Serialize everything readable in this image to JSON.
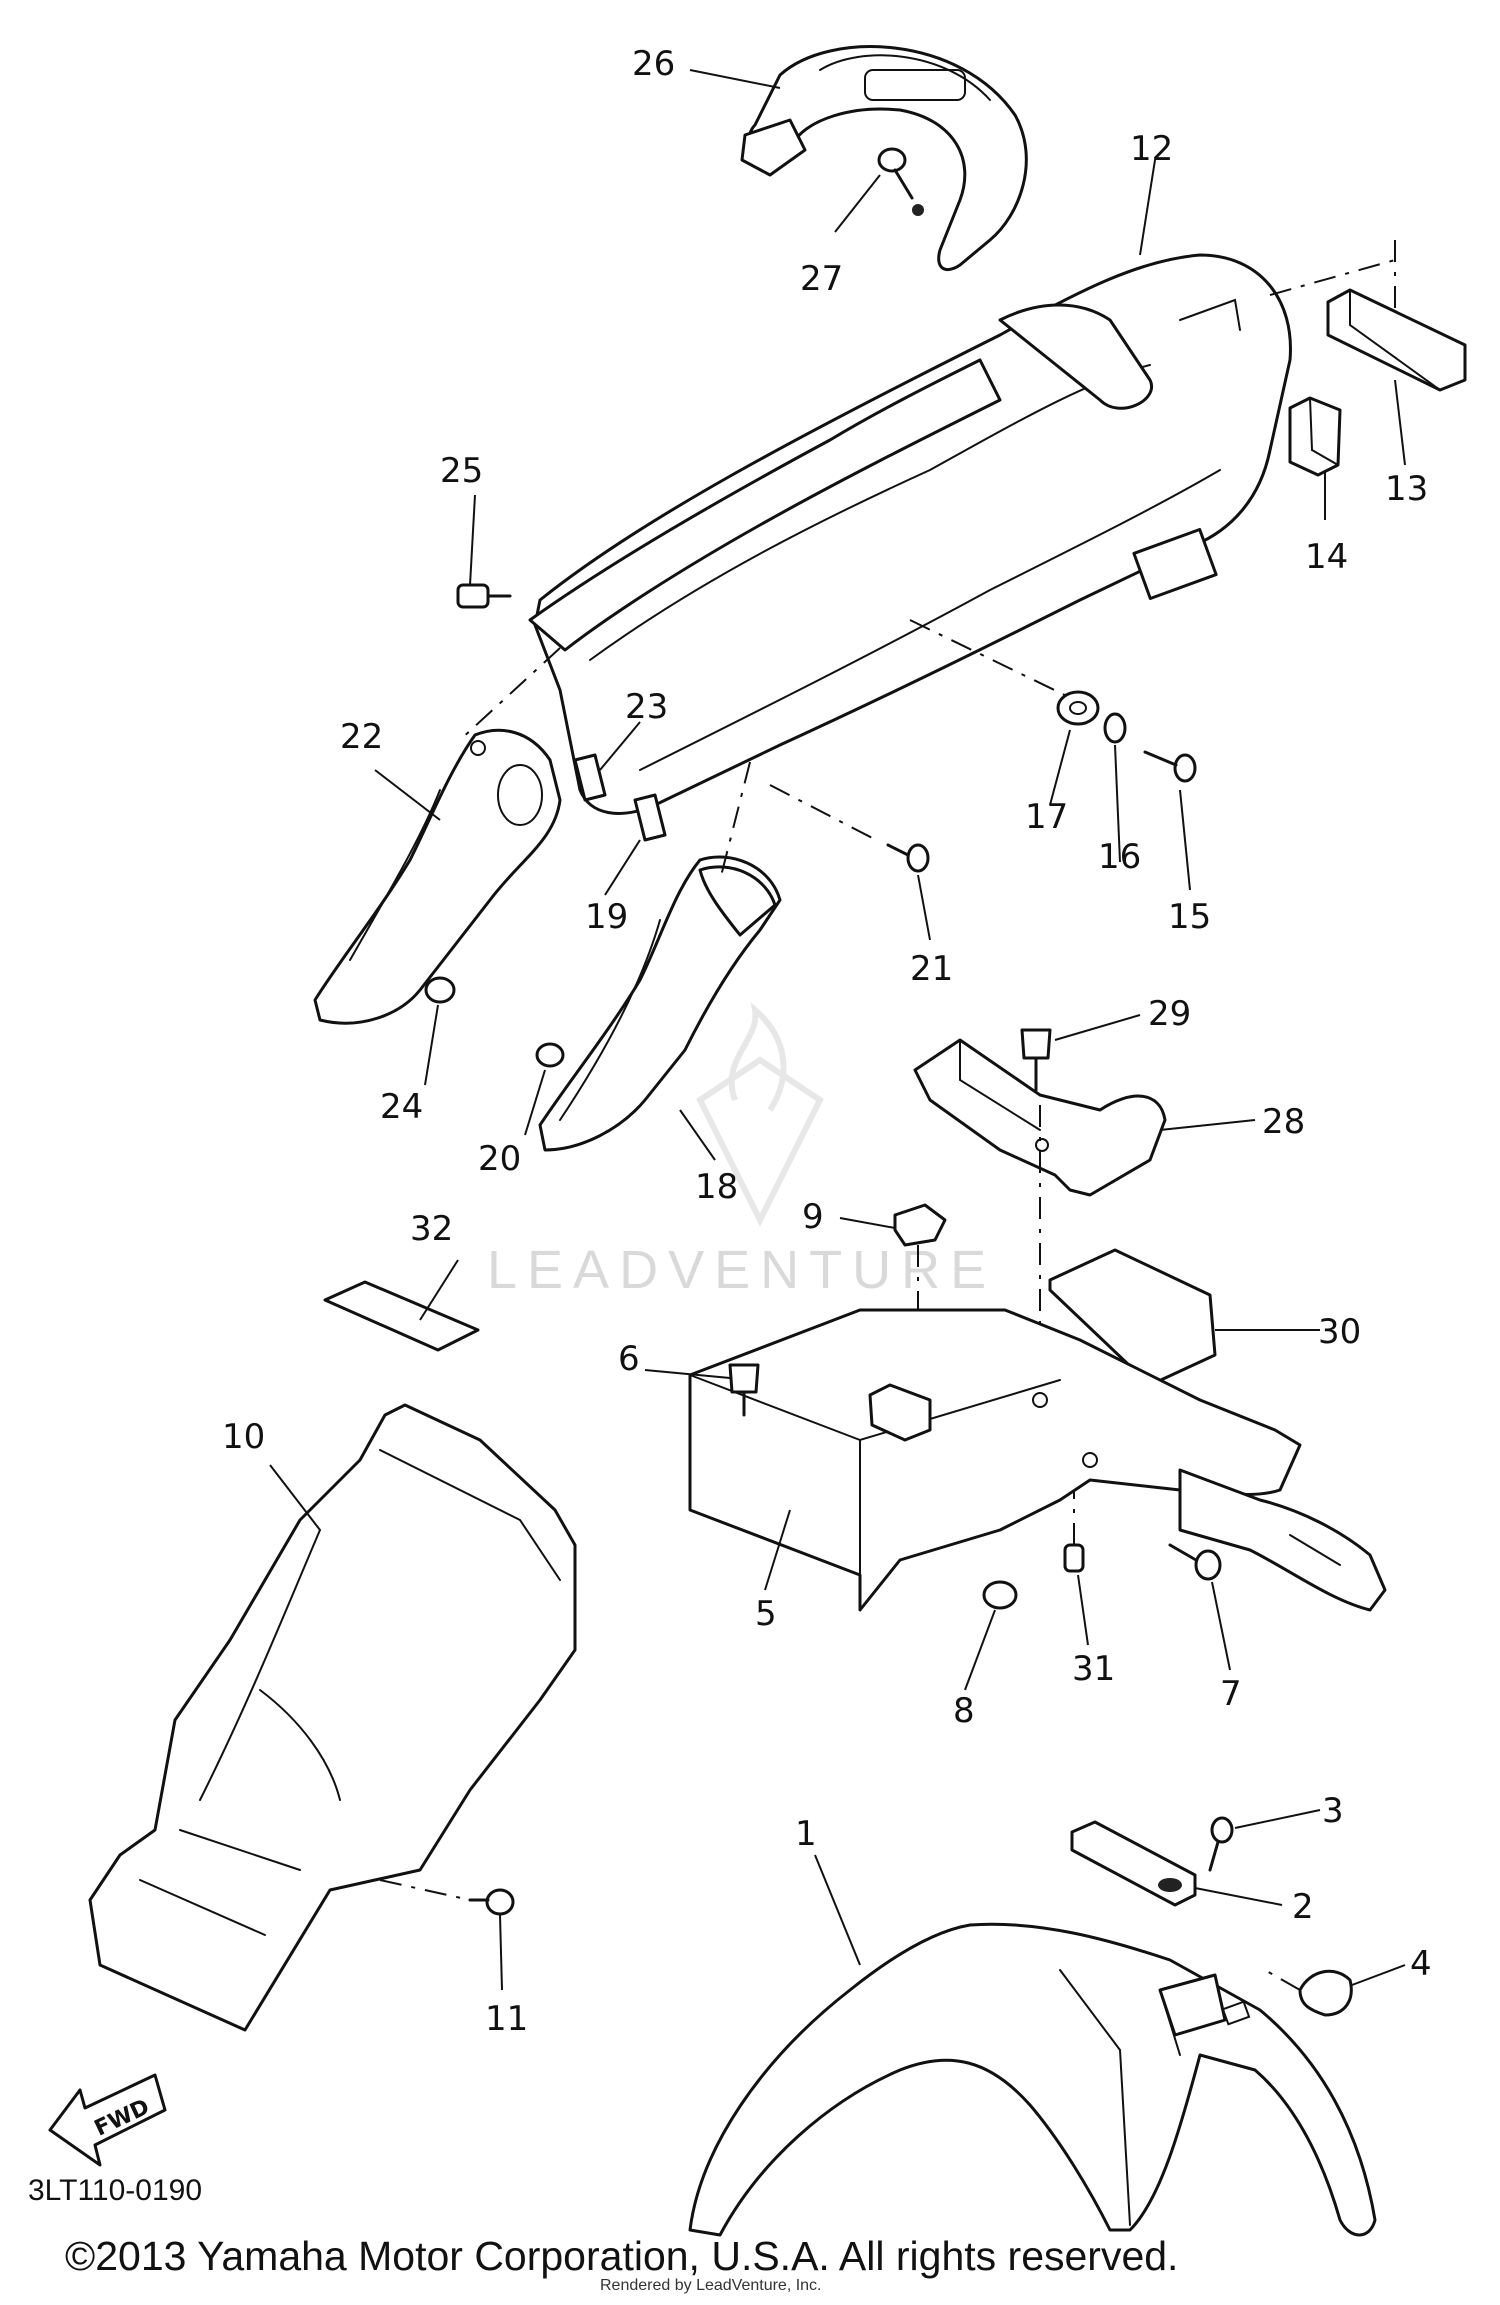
{
  "diagram": {
    "part_numbers": [
      "1",
      "2",
      "3",
      "4",
      "5",
      "6",
      "7",
      "8",
      "9",
      "10",
      "11",
      "12",
      "13",
      "14",
      "15",
      "16",
      "17",
      "18",
      "19",
      "20",
      "21",
      "22",
      "23",
      "24",
      "25",
      "26",
      "27",
      "28",
      "29",
      "30",
      "31",
      "32"
    ],
    "diagram_code": "3LT110-0190",
    "copyright": "©2013 Yamaha Motor Corporation, U.S.A. All rights reserved.",
    "overlay_text": "Rendered by LeadVenture, Inc.",
    "watermark": "LEADVENTURE",
    "direction_badge": "FWD"
  }
}
